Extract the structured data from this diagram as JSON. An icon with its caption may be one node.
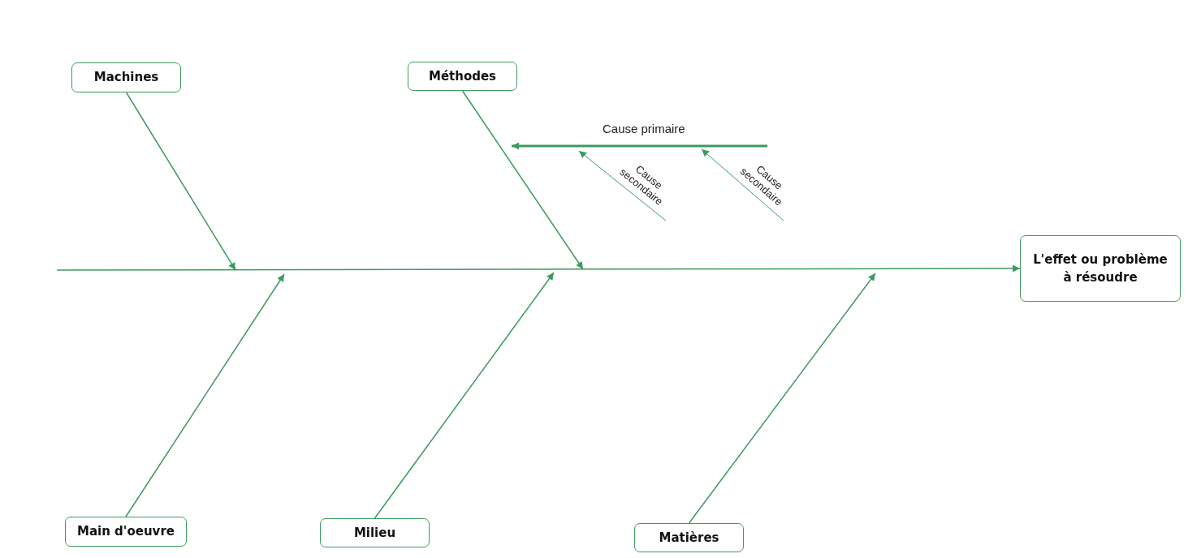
{
  "diagram": {
    "nodes": [
      {
        "text": [
          "Machines"
        ]
      },
      {
        "text": [
          "Méthodes"
        ]
      },
      {
        "text": [
          "L'effet ou problème à résoudre"
        ]
      },
      {
        "text": [
          "Main d'oeuvre"
        ]
      },
      {
        "text": [
          "Milieu"
        ]
      },
      {
        "text": [
          "Matières"
        ]
      }
    ],
    "edges": [
      {
        "from": null,
        "to": 2,
        "arrow": "to"
      },
      {
        "from": 0,
        "to": null,
        "arrow": "to"
      },
      {
        "from": 1,
        "to": null,
        "arrow": "to"
      },
      {
        "from": 3,
        "to": null,
        "arrow": "to"
      },
      {
        "from": 4,
        "to": null,
        "arrow": "to"
      },
      {
        "from": 5,
        "to": null,
        "arrow": "to"
      }
    ],
    "labels": [
      "Cause primaire",
      "Cause secondaire",
      "Cause secondaire"
    ]
  }
}
